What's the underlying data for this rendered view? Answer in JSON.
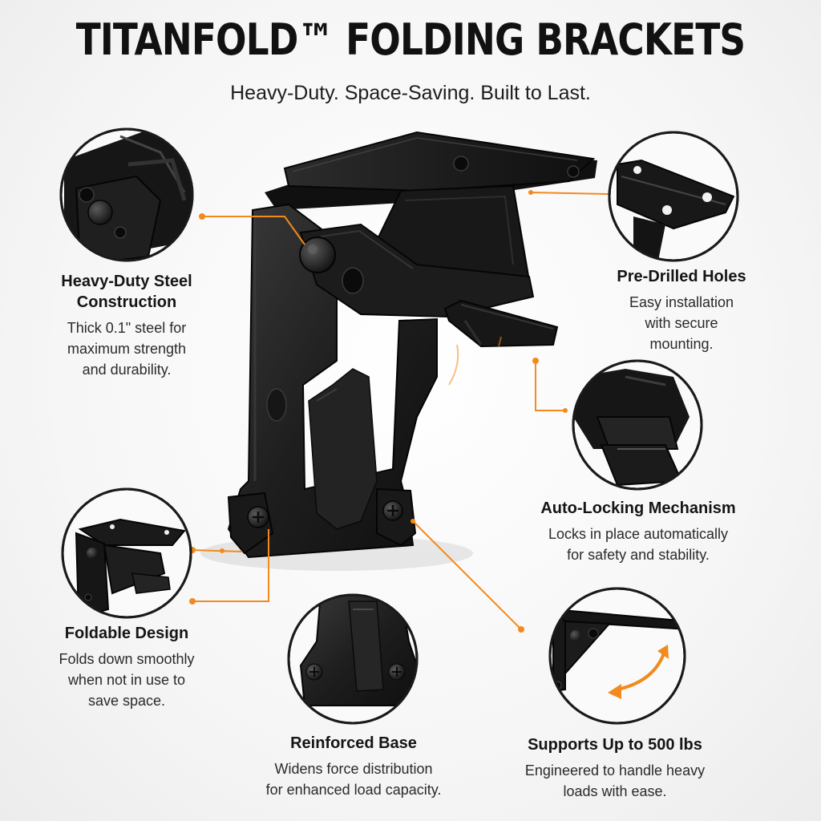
{
  "header": {
    "title": "TITANFOLD™ FOLDING BRACKETS",
    "subtitle": "Heavy-Duty. Space-Saving. Built to Last."
  },
  "features": {
    "steel": {
      "title_line1": "Heavy-Duty Steel",
      "title_line2": "Construction",
      "desc_line1": "Thick 0.1\" steel for",
      "desc_line2": "maximum strength",
      "desc_line3": "and durability."
    },
    "holes": {
      "title_line1": "Pre-Drilled Holes",
      "desc_line1": "Easy installation",
      "desc_line2": "with secure",
      "desc_line3": "mounting."
    },
    "lock": {
      "title_line1": "Auto-Locking Mechanism",
      "desc_line1": "Locks in place automatically",
      "desc_line2": "for safety and stability."
    },
    "fold": {
      "title_line1": "Foldable Design",
      "desc_line1": "Folds down smoothly",
      "desc_line2": "when not in use to",
      "desc_line3": "save space."
    },
    "base": {
      "title_line1": "Reinforced Base",
      "desc_line1": "Widens force distribution",
      "desc_line2": "for enhanced load capacity."
    },
    "load": {
      "title_line1": "Supports Up to 500 lbs",
      "desc_line1": "Engineered to handle heavy",
      "desc_line2": "loads with ease."
    }
  },
  "colors": {
    "accent": "#f28a1e",
    "steel_dark": "#141414",
    "steel_mid": "#262626",
    "steel_light": "#3c3c3c",
    "background": "#f5f5f5"
  }
}
